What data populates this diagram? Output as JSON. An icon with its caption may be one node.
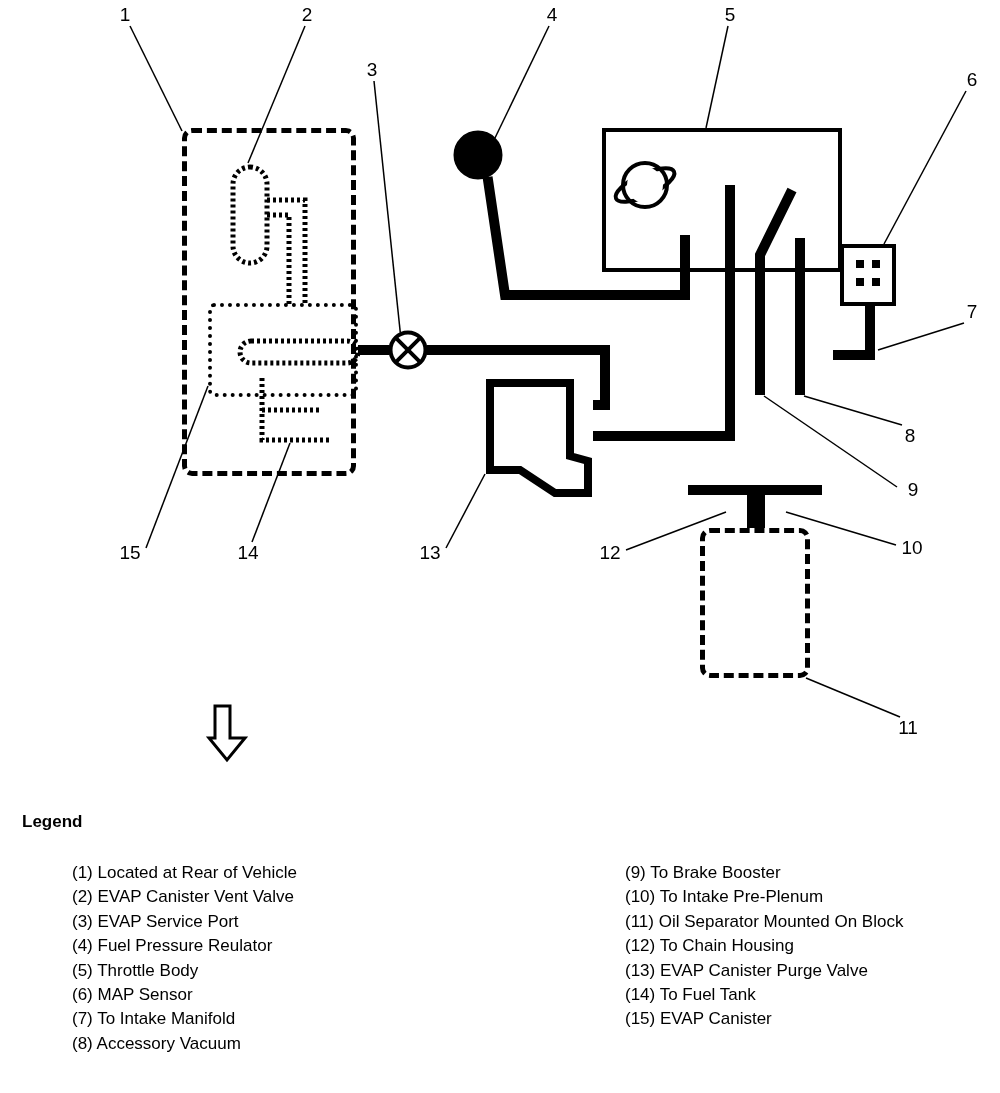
{
  "diagram": {
    "nodes": [
      {
        "text": [
          "1"
        ]
      },
      {
        "text": [
          "2"
        ]
      },
      {
        "text": [
          "3"
        ]
      },
      {
        "text": [
          "4"
        ]
      },
      {
        "text": [
          "5"
        ]
      },
      {
        "text": [
          "6"
        ]
      },
      {
        "text": [
          "7"
        ]
      },
      {
        "text": [
          "8"
        ]
      },
      {
        "text": [
          "9"
        ]
      },
      {
        "text": [
          "10"
        ]
      },
      {
        "text": [
          "11"
        ]
      },
      {
        "text": [
          "12"
        ]
      },
      {
        "text": [
          "13"
        ]
      },
      {
        "text": [
          "14"
        ]
      },
      {
        "text": [
          "15"
        ]
      },
      {
        "text": [],
        "shape": "box"
      },
      {
        "text": [],
        "shape": "loop",
        "in": 15
      },
      {
        "text": [],
        "shape": "box",
        "in": 15
      },
      {
        "text": [],
        "shape": "circle"
      },
      {
        "text": [],
        "shape": "circle"
      },
      {
        "text": [],
        "shape": "box"
      },
      {
        "text": [],
        "shape": "box"
      },
      {
        "text": [],
        "shape": "polygon"
      },
      {
        "text": [],
        "shape": "box"
      }
    ],
    "edges": [
      {
        "from": 0,
        "to": 15,
        "arrow": "none"
      },
      {
        "from": 1,
        "to": 16,
        "arrow": "none"
      },
      {
        "from": 2,
        "to": 18,
        "arrow": "none"
      },
      {
        "from": 3,
        "to": 19,
        "arrow": "none"
      },
      {
        "from": 4,
        "to": 20,
        "arrow": "none"
      },
      {
        "from": 5,
        "to": 21,
        "arrow": "none"
      },
      {
        "from": 6,
        "to": null,
        "arrow": "none"
      },
      {
        "from": 7,
        "to": null,
        "arrow": "none"
      },
      {
        "from": 8,
        "to": null,
        "arrow": "none"
      },
      {
        "from": 9,
        "to": null,
        "arrow": "none"
      },
      {
        "from": 10,
        "to": 23,
        "arrow": "none"
      },
      {
        "from": 11,
        "to": null,
        "arrow": "none"
      },
      {
        "from": 12,
        "to": 22,
        "arrow": "none"
      },
      {
        "from": 13,
        "to": null,
        "arrow": "none"
      },
      {
        "from": 14,
        "to": 17,
        "arrow": "none"
      },
      {
        "from": 17,
        "to": 18,
        "arrow": "none",
        "style": "thick"
      },
      {
        "from": 18,
        "to": 22,
        "arrow": "none",
        "style": "thick"
      },
      {
        "from": 22,
        "to": 20,
        "arrow": "none",
        "style": "thick"
      },
      {
        "from": 19,
        "to": 20,
        "arrow": "none",
        "style": "thick"
      }
    ],
    "labels": [
      "Legend",
      "(1) Located at Rear of Vehicle",
      "(2) EVAP Canister Vent Valve",
      "(3) EVAP Service Port",
      "(4) Fuel Pressure Reulator",
      "(5) Throttle Body",
      "(6) MAP Sensor",
      "(7) To Intake Manifold",
      "(8) Accessory Vacuum",
      "(9) To Brake Booster",
      "(10) To Intake Pre-Plenum",
      "(11) Oil Separator Mounted On Block",
      "(12) To Chain Housing",
      "(13) EVAP Canister Purge Valve",
      "(14) To Fuel Tank",
      "(15) EVAP Canister"
    ]
  }
}
